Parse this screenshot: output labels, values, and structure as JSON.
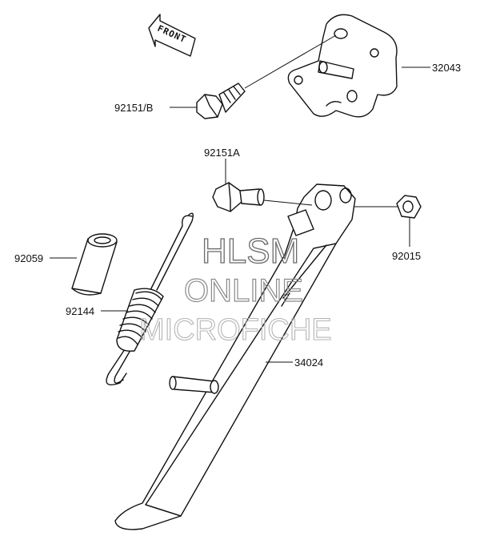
{
  "front_label": "FRONT",
  "parts": {
    "bracket": "32043",
    "bracket_bolt": "92151/B",
    "pivot_bolt": "92151A",
    "nut": "92015",
    "collar": "92059",
    "spring": "92144",
    "side_stand": "34024"
  },
  "watermark": {
    "line1": "HLSM",
    "line2": "ONLINE",
    "line3": "MICROFICHE"
  }
}
